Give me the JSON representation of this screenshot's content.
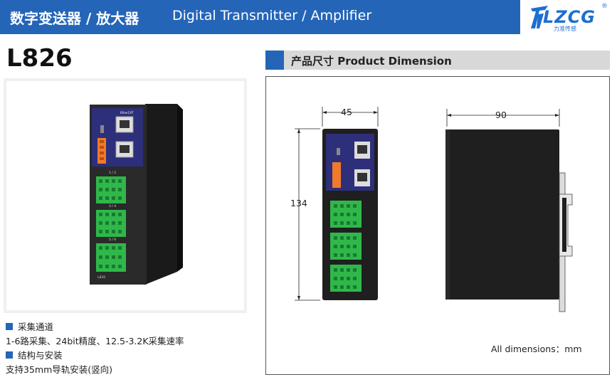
{
  "header": {
    "title_cn": "数字变送器 / 放大器",
    "title_en": "Digital Transmitter / Amplifier"
  },
  "logo": {
    "text": "LZCG",
    "sub": "力准传感",
    "reg": "®",
    "color": "#1c6fd0"
  },
  "model": "L826",
  "features": [
    {
      "heading": "采集通道",
      "text": "1-6路采集、24bit精度、12.5-3.2K采集速率"
    },
    {
      "heading": "结构与安装",
      "text": "支持35mm导轨安装(竖向)"
    }
  ],
  "dimension": {
    "title": "产品尺寸 Product Dimension",
    "width": "45",
    "height": "134",
    "depth": "90",
    "note": "All dimensions：mm"
  },
  "device": {
    "ether_label": "EtherCAT",
    "channel_labels": [
      "1  /  2",
      "3  /  4",
      "5  /  6"
    ],
    "model_tag": "L826"
  },
  "colors": {
    "brand_blue": "#2565b8",
    "terminal_green": "#2fb84a",
    "terminal_orange": "#f07a2a",
    "panel_navy": "#2d2f7a"
  }
}
